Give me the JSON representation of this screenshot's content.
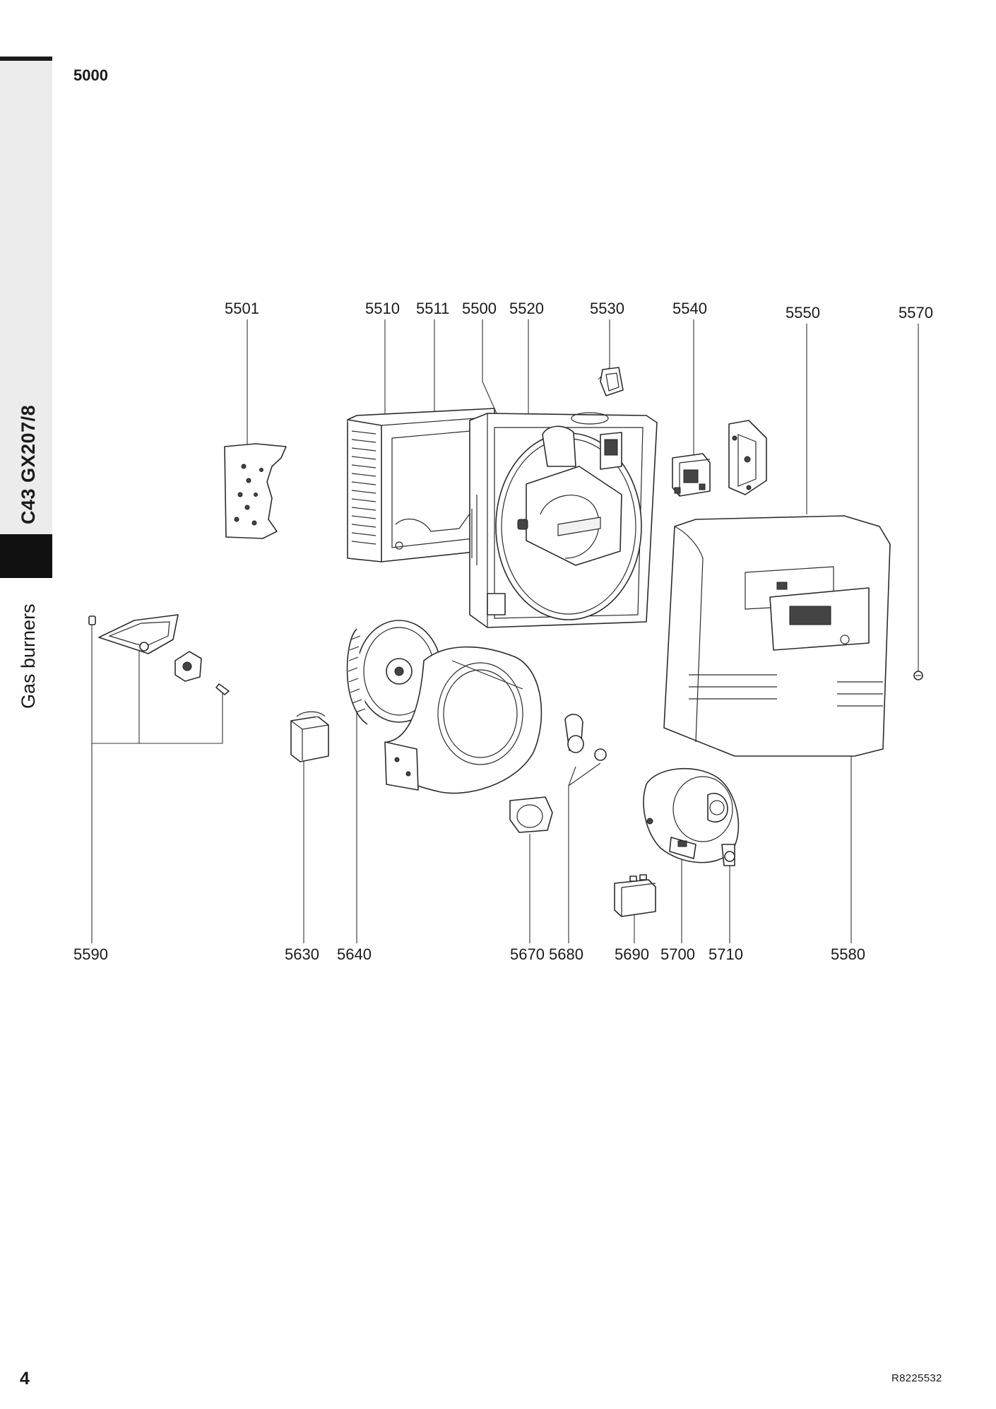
{
  "sidebar": {
    "model": "C43 GX207/8",
    "category": "Gas burners"
  },
  "section_code": "5000",
  "page_number": "4",
  "reference_code": "R8225532",
  "callouts": {
    "c5501": "5501",
    "c5510": "5510",
    "c5511": "5511",
    "c5500": "5500",
    "c5520": "5520",
    "c5530": "5530",
    "c5540": "5540",
    "c5550": "5550",
    "c5570": "5570",
    "c5590": "5590",
    "c5630": "5630",
    "c5640": "5640",
    "c5670": "5670",
    "c5680": "5680",
    "c5690": "5690",
    "c5700": "5700",
    "c5710": "5710",
    "c5580": "5580"
  },
  "colors": {
    "sidebar_grey": "#ececec",
    "sidebar_black": "#111111",
    "line": "#2b2b2b"
  }
}
